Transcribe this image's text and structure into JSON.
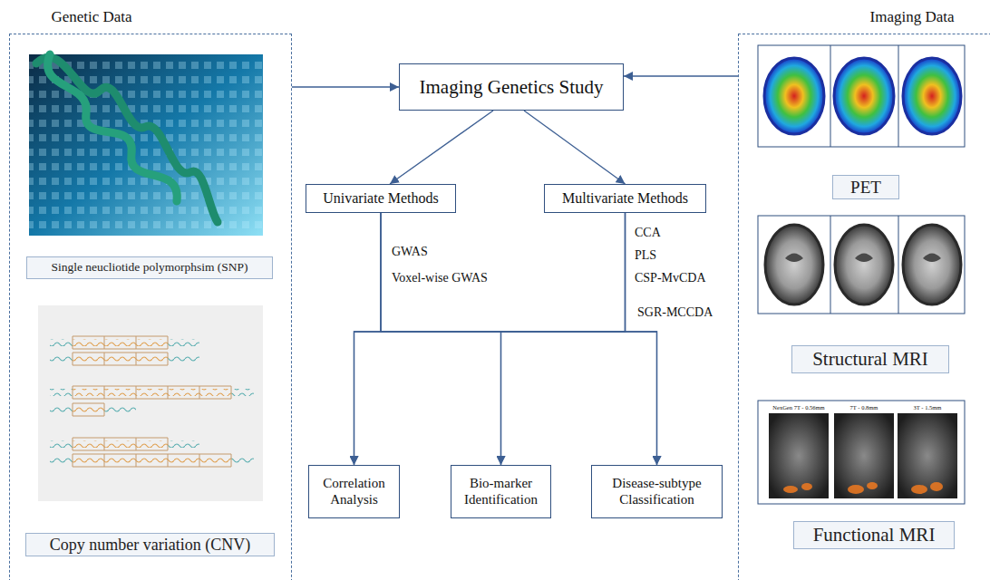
{
  "diagram": {
    "nodes": [
      {
        "text": [
          "Genetic Data"
        ]
      },
      {
        "text": [
          "Single neucliotide polymorphsim (SNP)"
        ],
        "in": 0
      },
      {
        "text": [
          "Copy number variation (CNV)"
        ],
        "in": 0
      },
      {
        "text": [
          "Imaging Genetics Study"
        ]
      },
      {
        "text": [
          "Univariate Methods"
        ]
      },
      {
        "text": [
          "Multivariate Methods"
        ]
      },
      {
        "text": [
          "Correlation Analysis"
        ]
      },
      {
        "text": [
          "Bio-marker Identification"
        ]
      },
      {
        "text": [
          "Disease-subtype Classification"
        ]
      },
      {
        "text": [
          "Imaging Data"
        ]
      },
      {
        "text": [
          "PET"
        ],
        "in": 9
      },
      {
        "text": [
          "Structural MRI"
        ],
        "in": 9
      },
      {
        "text": [
          "Functional MRI"
        ],
        "in": 9
      }
    ],
    "edges": [
      {
        "from": 0,
        "to": 3,
        "arrow": "to"
      },
      {
        "from": 9,
        "to": 3,
        "arrow": "to"
      },
      {
        "from": 3,
        "to": 4,
        "arrow": "to"
      },
      {
        "from": 3,
        "to": 5,
        "arrow": "to"
      },
      {
        "from": 4,
        "to": 6,
        "arrow": "to"
      },
      {
        "from": 4,
        "to": 7,
        "arrow": "to"
      },
      {
        "from": 4,
        "to": 8,
        "arrow": "to"
      },
      {
        "from": 5,
        "to": 6,
        "arrow": "to"
      },
      {
        "from": 5,
        "to": 7,
        "arrow": "to"
      },
      {
        "from": 5,
        "to": 8,
        "arrow": "to"
      }
    ],
    "labels": [
      "GWAS",
      "Voxel-wise GWAS",
      "CCA",
      "PLS",
      "CSP-MvCDA",
      "SGR-MCCDA",
      "NexGen 7T - 0.56mm",
      "7T - 0.8mm",
      "3T - 1.5mm"
    ]
  }
}
